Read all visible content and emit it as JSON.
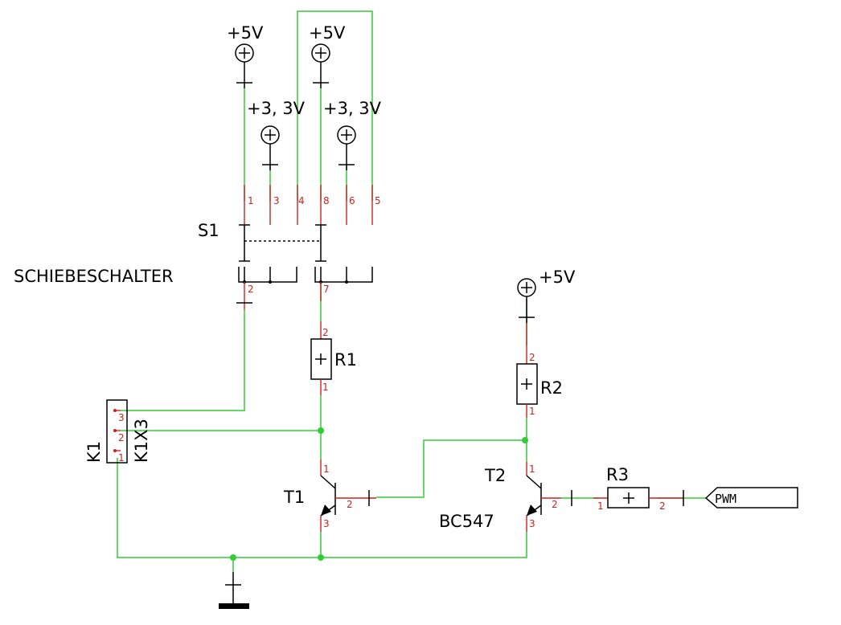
{
  "colors": {
    "wire": "#33cc33",
    "pin": "#cc2222",
    "symbol": "#000000"
  },
  "power": {
    "v5": "+5V",
    "v33": "+3, 3V"
  },
  "switch": {
    "name": "S1",
    "value": "SCHIEBESCHALTER",
    "pins": {
      "p1": "1",
      "p3": "3",
      "p4": "4",
      "p8": "8",
      "p6": "6",
      "p5": "5",
      "p2": "2",
      "p7": "7"
    }
  },
  "r1": {
    "name": "R1",
    "pin_top": "2",
    "pin_bottom": "1"
  },
  "r2": {
    "name": "R2",
    "pin_top": "2",
    "pin_bottom": "1"
  },
  "r3": {
    "name": "R3",
    "pin_left": "1",
    "pin_right": "2"
  },
  "k1": {
    "name": "K1",
    "value": "K1X3",
    "pins": [
      "3",
      "2",
      "1"
    ]
  },
  "t1": {
    "name": "T1",
    "pin_c": "1",
    "pin_b": "2",
    "pin_e": "3"
  },
  "t2": {
    "name": "T2",
    "value": "BC547",
    "pin_c": "1",
    "pin_b": "2",
    "pin_e": "3"
  },
  "net": {
    "pwm": "PWM"
  }
}
